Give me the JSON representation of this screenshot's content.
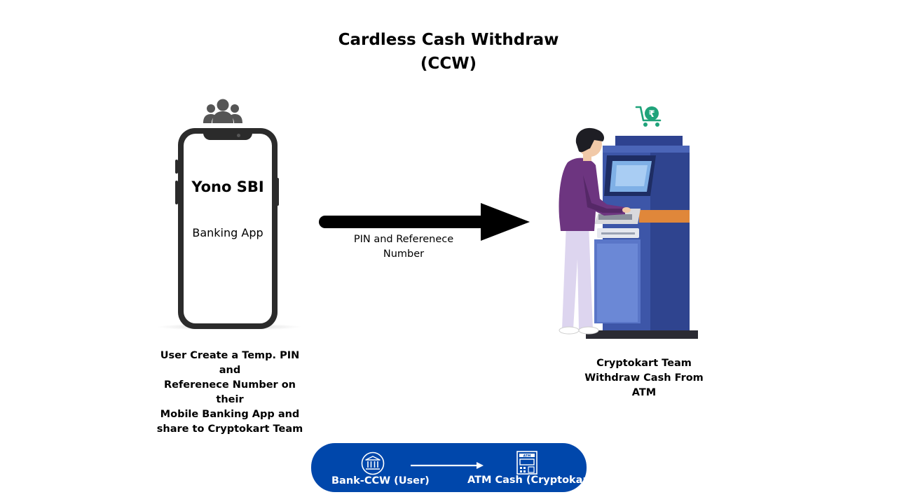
{
  "title": {
    "line1": "Cardless Cash Withdraw",
    "line2": "(CCW)"
  },
  "phone": {
    "app_name": "Yono SBI",
    "app_subtitle": "Banking App"
  },
  "arrow": {
    "label_line1": "PIN and Referenece",
    "label_line2": "Number"
  },
  "captions": {
    "left": [
      "User Create a Temp. PIN and",
      "Referenece Number on their",
      "Mobile Banking App and",
      "share to Cryptokart Team"
    ],
    "right": [
      "Cryptokart Team",
      "Withdraw Cash From",
      "ATM"
    ]
  },
  "banner": {
    "left_label": "Bank-CCW (User)",
    "right_label": "ATM Cash (Cryptokart)",
    "atm_icon_text": "ATM",
    "color": "#0047ab"
  },
  "icons": [
    "users-icon",
    "rupee-cart-icon",
    "bank-icon",
    "atm-icon"
  ],
  "colors": {
    "cart_green": "#1fa37a",
    "atm_blue": "#3d56a8",
    "atm_orange": "#e0873a",
    "shirt_purple": "#6d3580"
  }
}
